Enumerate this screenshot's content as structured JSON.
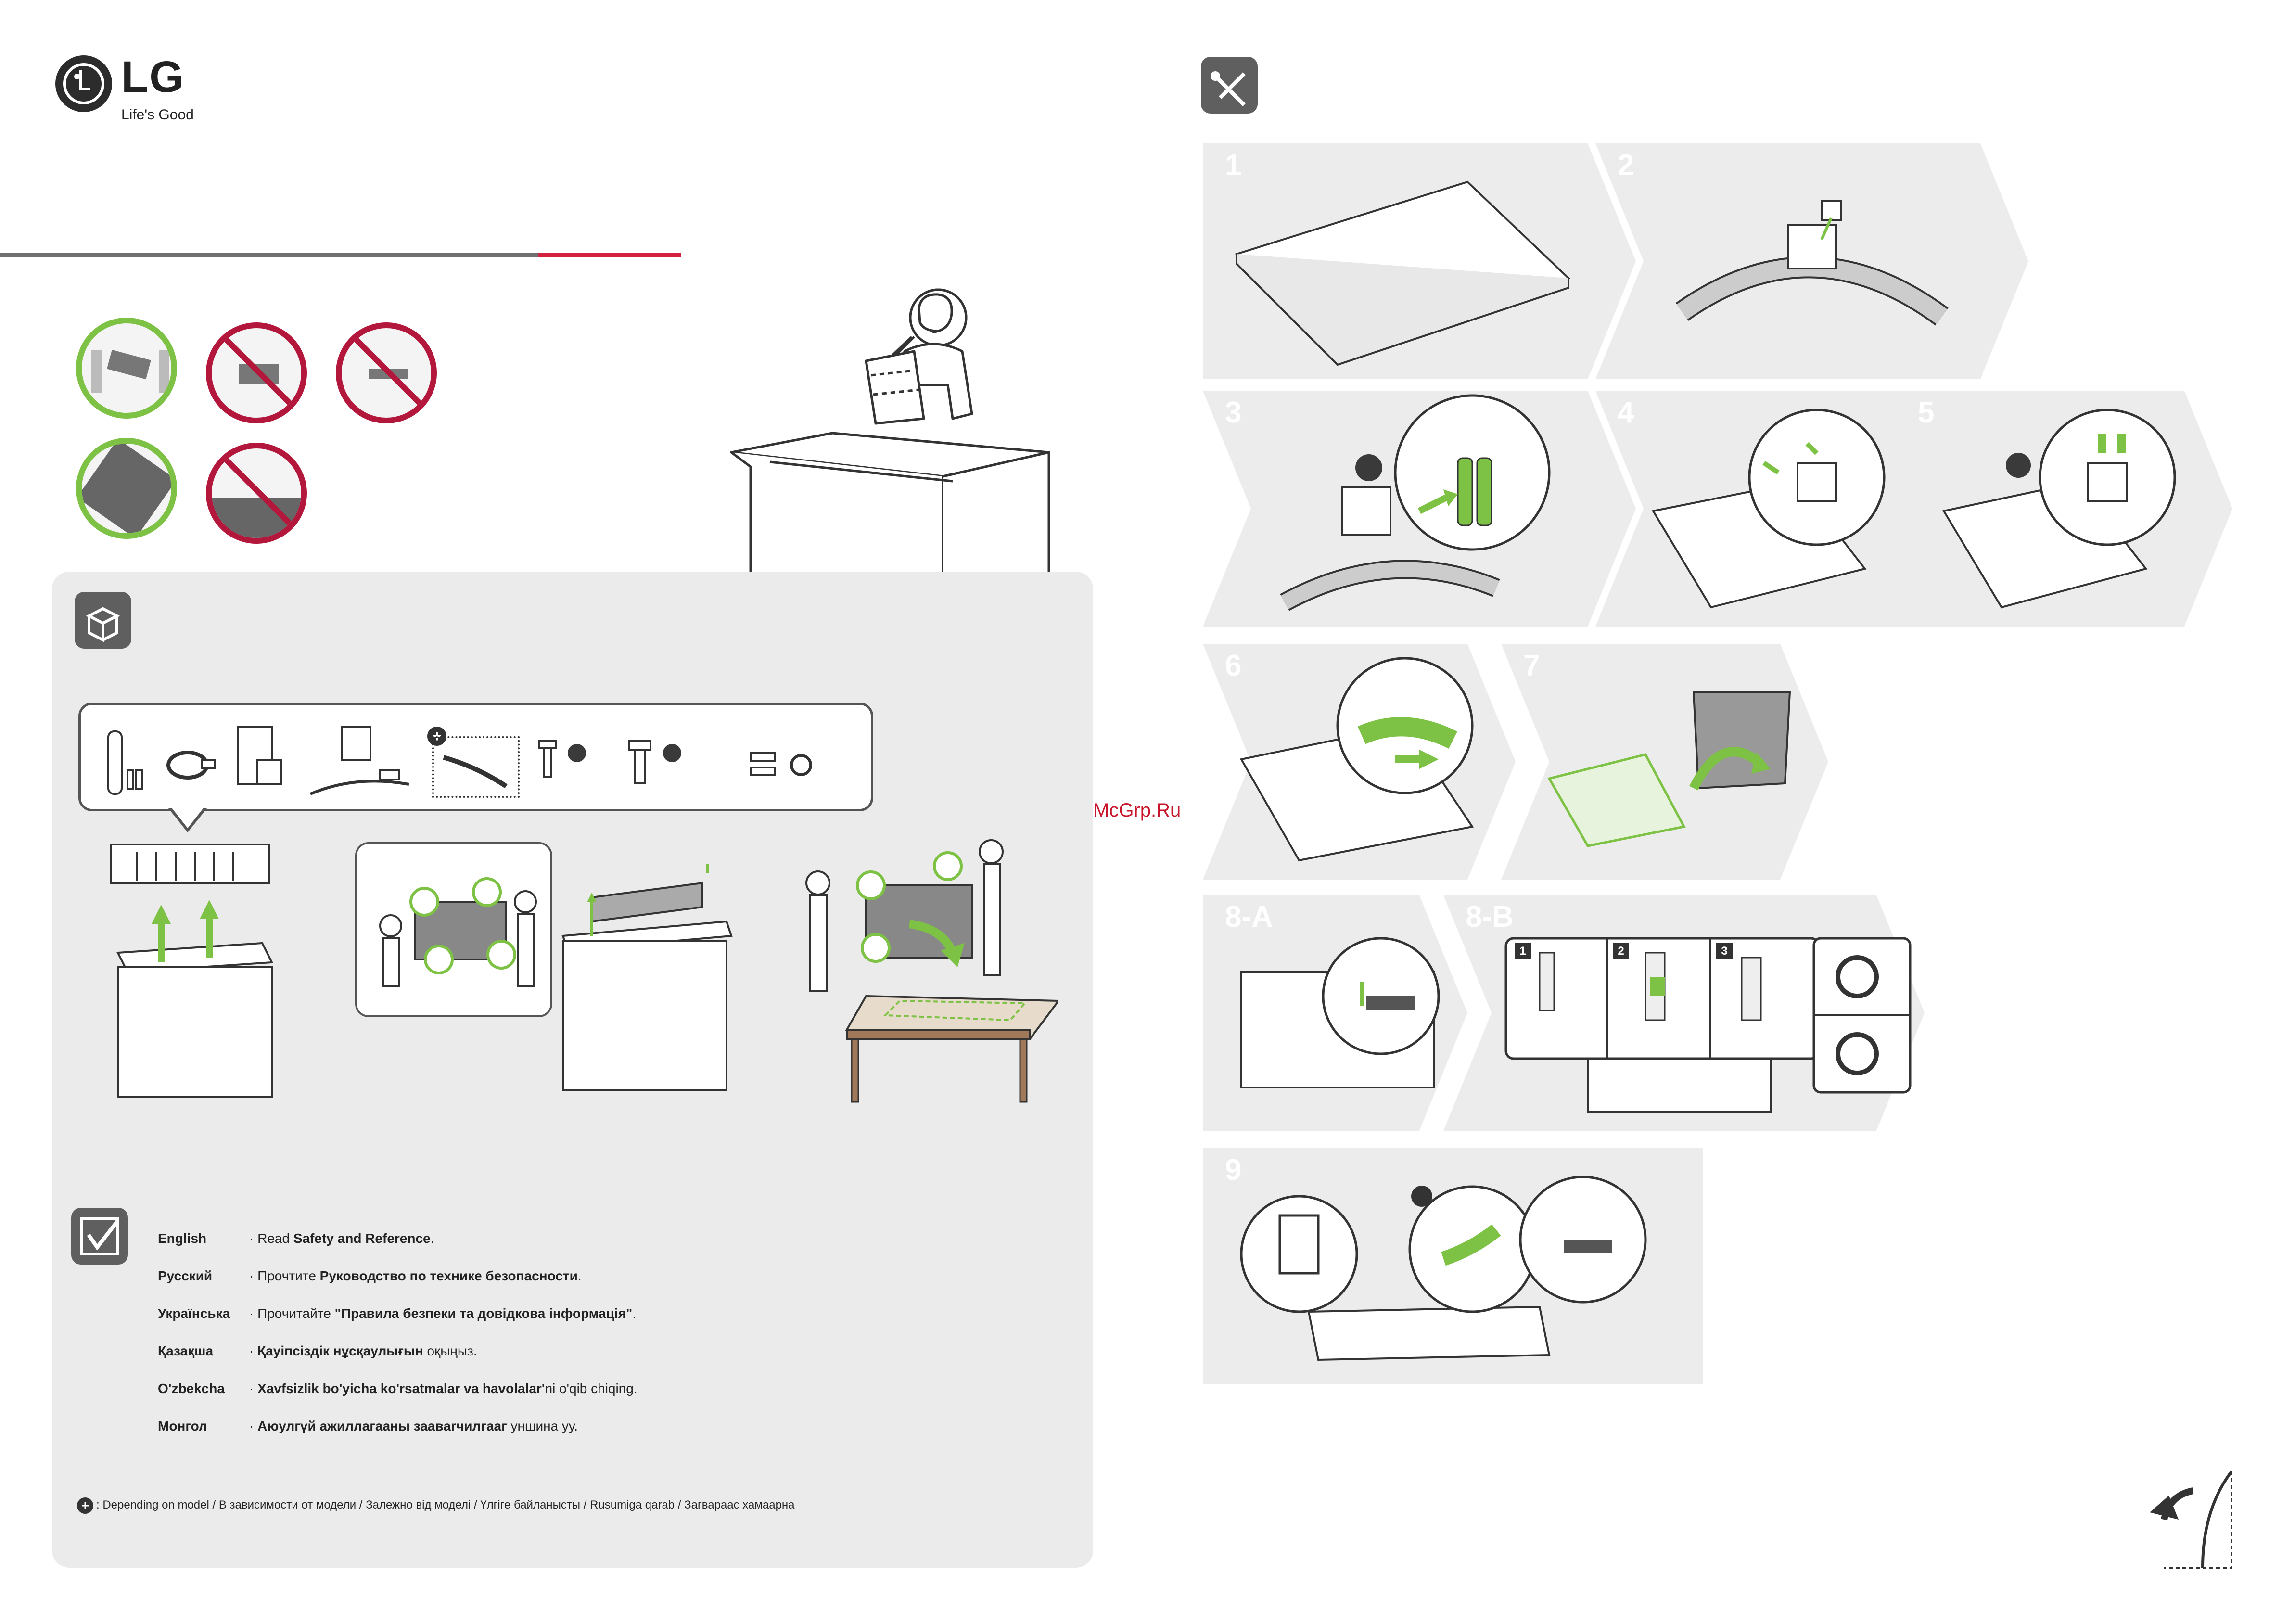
{
  "header": {
    "brand": "LG",
    "tagline": "Life's Good"
  },
  "watermark": "McGrp.Ru",
  "steps": [
    {
      "label": "1"
    },
    {
      "label": "2"
    },
    {
      "label": "3"
    },
    {
      "label": "4"
    },
    {
      "label": "5"
    },
    {
      "label": "6"
    },
    {
      "label": "7"
    },
    {
      "label": "8-A"
    },
    {
      "label": "8-B"
    },
    {
      "label": "9"
    }
  ],
  "sub_steps": [
    "1",
    "2",
    "3"
  ],
  "languages": [
    {
      "name": "English",
      "pre": "· Read ",
      "bold": "Safety and Reference",
      "post": "."
    },
    {
      "name": "Русский",
      "pre": "· Прочтите ",
      "bold": "Руководство по технике безопасности",
      "post": "."
    },
    {
      "name": "Українська",
      "pre": "· Прочитайте ",
      "bold": "\"Правила безпеки та довідкова інформація\"",
      "post": "."
    },
    {
      "name": "Қазақша",
      "pre": "· ",
      "bold": "Қауіпсіздік нұсқаулығын",
      "post": " оқыңыз."
    },
    {
      "name": "O'zbekcha",
      "pre": "· ",
      "bold": "Xavfsizlik bo'yicha ko'rsatmalar va havolalar'",
      "post": "ni  o'qib chiqing."
    },
    {
      "name": "Монгол",
      "pre": "· ",
      "bold": "Аюулгүй ажиллагааны заавarчилгааг",
      "post": " уншина уу."
    }
  ],
  "footnote": ": Depending on model / В зависимости от модели / Залежно від моделі / Үлгіге байланысты / Rusumiga qarab / Загвараас хамаарна",
  "colors": {
    "accent_green": "#7dc244",
    "accent_red": "#b3173b",
    "rule_red": "#d3213f",
    "panel_grey": "#ebebeb",
    "step_grey": "#ececec"
  }
}
